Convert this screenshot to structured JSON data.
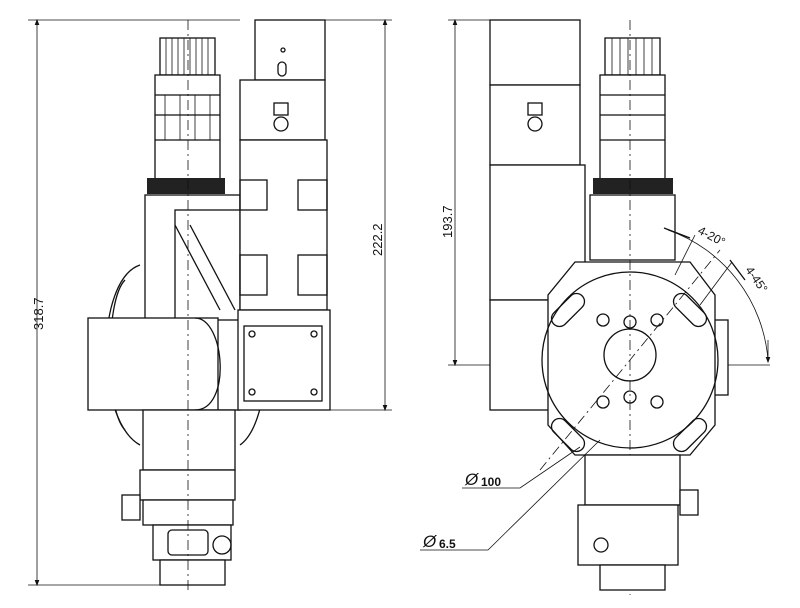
{
  "drawing": {
    "dimensions": {
      "overall_height": "318.7",
      "side_height": "222.2",
      "front_height": "193.7",
      "hole_angle_1": "4-20°",
      "hole_angle_2": "4-45°",
      "diameter_bolt_circle_symbol": "Ø",
      "diameter_bolt_circle": "100",
      "diameter_hole_symbol": "Ø",
      "diameter_hole": "6.5"
    },
    "colors": {
      "line": "#111111",
      "accent": "#1a2a6c"
    }
  }
}
